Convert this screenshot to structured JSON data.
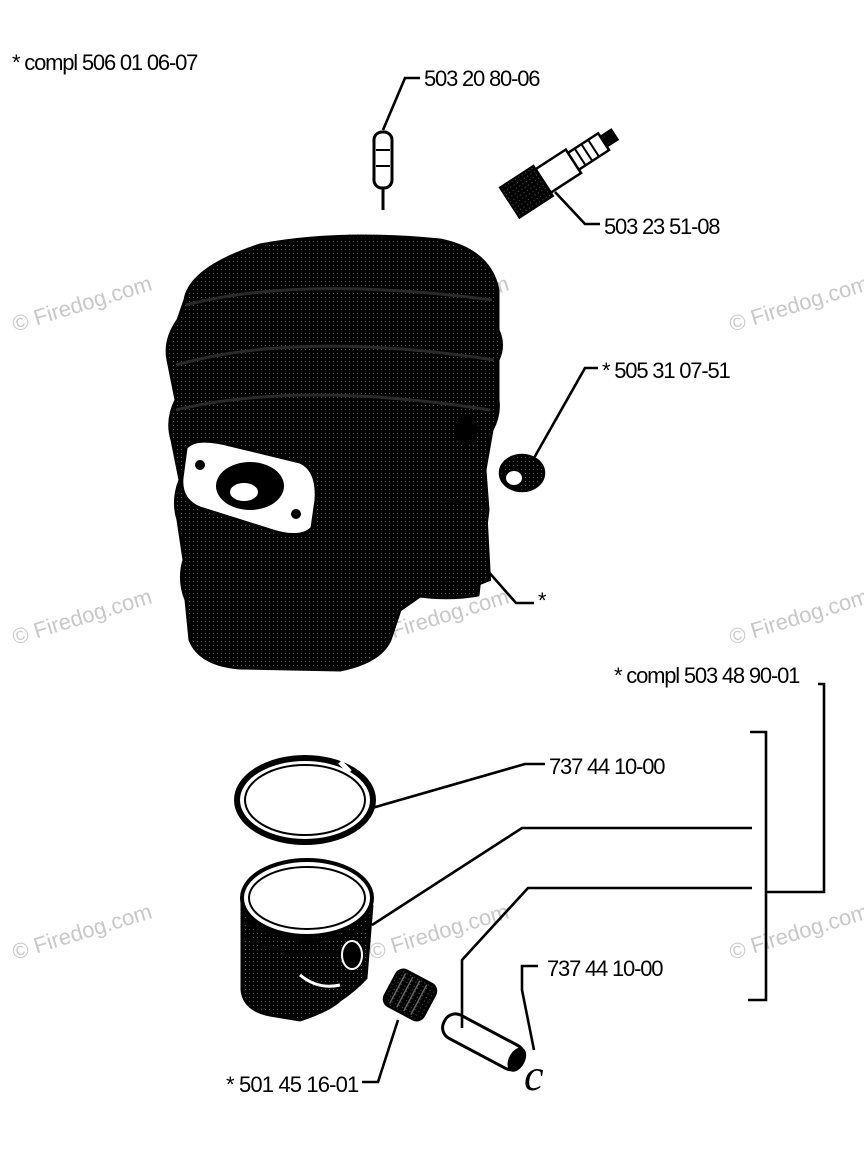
{
  "diagram": {
    "assembly_top": "* compl 506 01 06-07",
    "assembly_bottom": "* compl 503 48 90-01",
    "parts": {
      "pin_top": "503 20 80-06",
      "spark_plug": "503 23 51-08",
      "decomp_valve": "* 505 31 07-51",
      "cylinder_ref": "*",
      "piston_ring": "737 44 10-00",
      "circlip": "737 44 10-00",
      "needle_bearing": "* 501 45 16-01",
      "circlip_glyph": "c"
    },
    "watermark": "© Firedog.com",
    "colors": {
      "ink": "#000000",
      "watermark": "#c8c8c8",
      "background": "#ffffff"
    }
  }
}
